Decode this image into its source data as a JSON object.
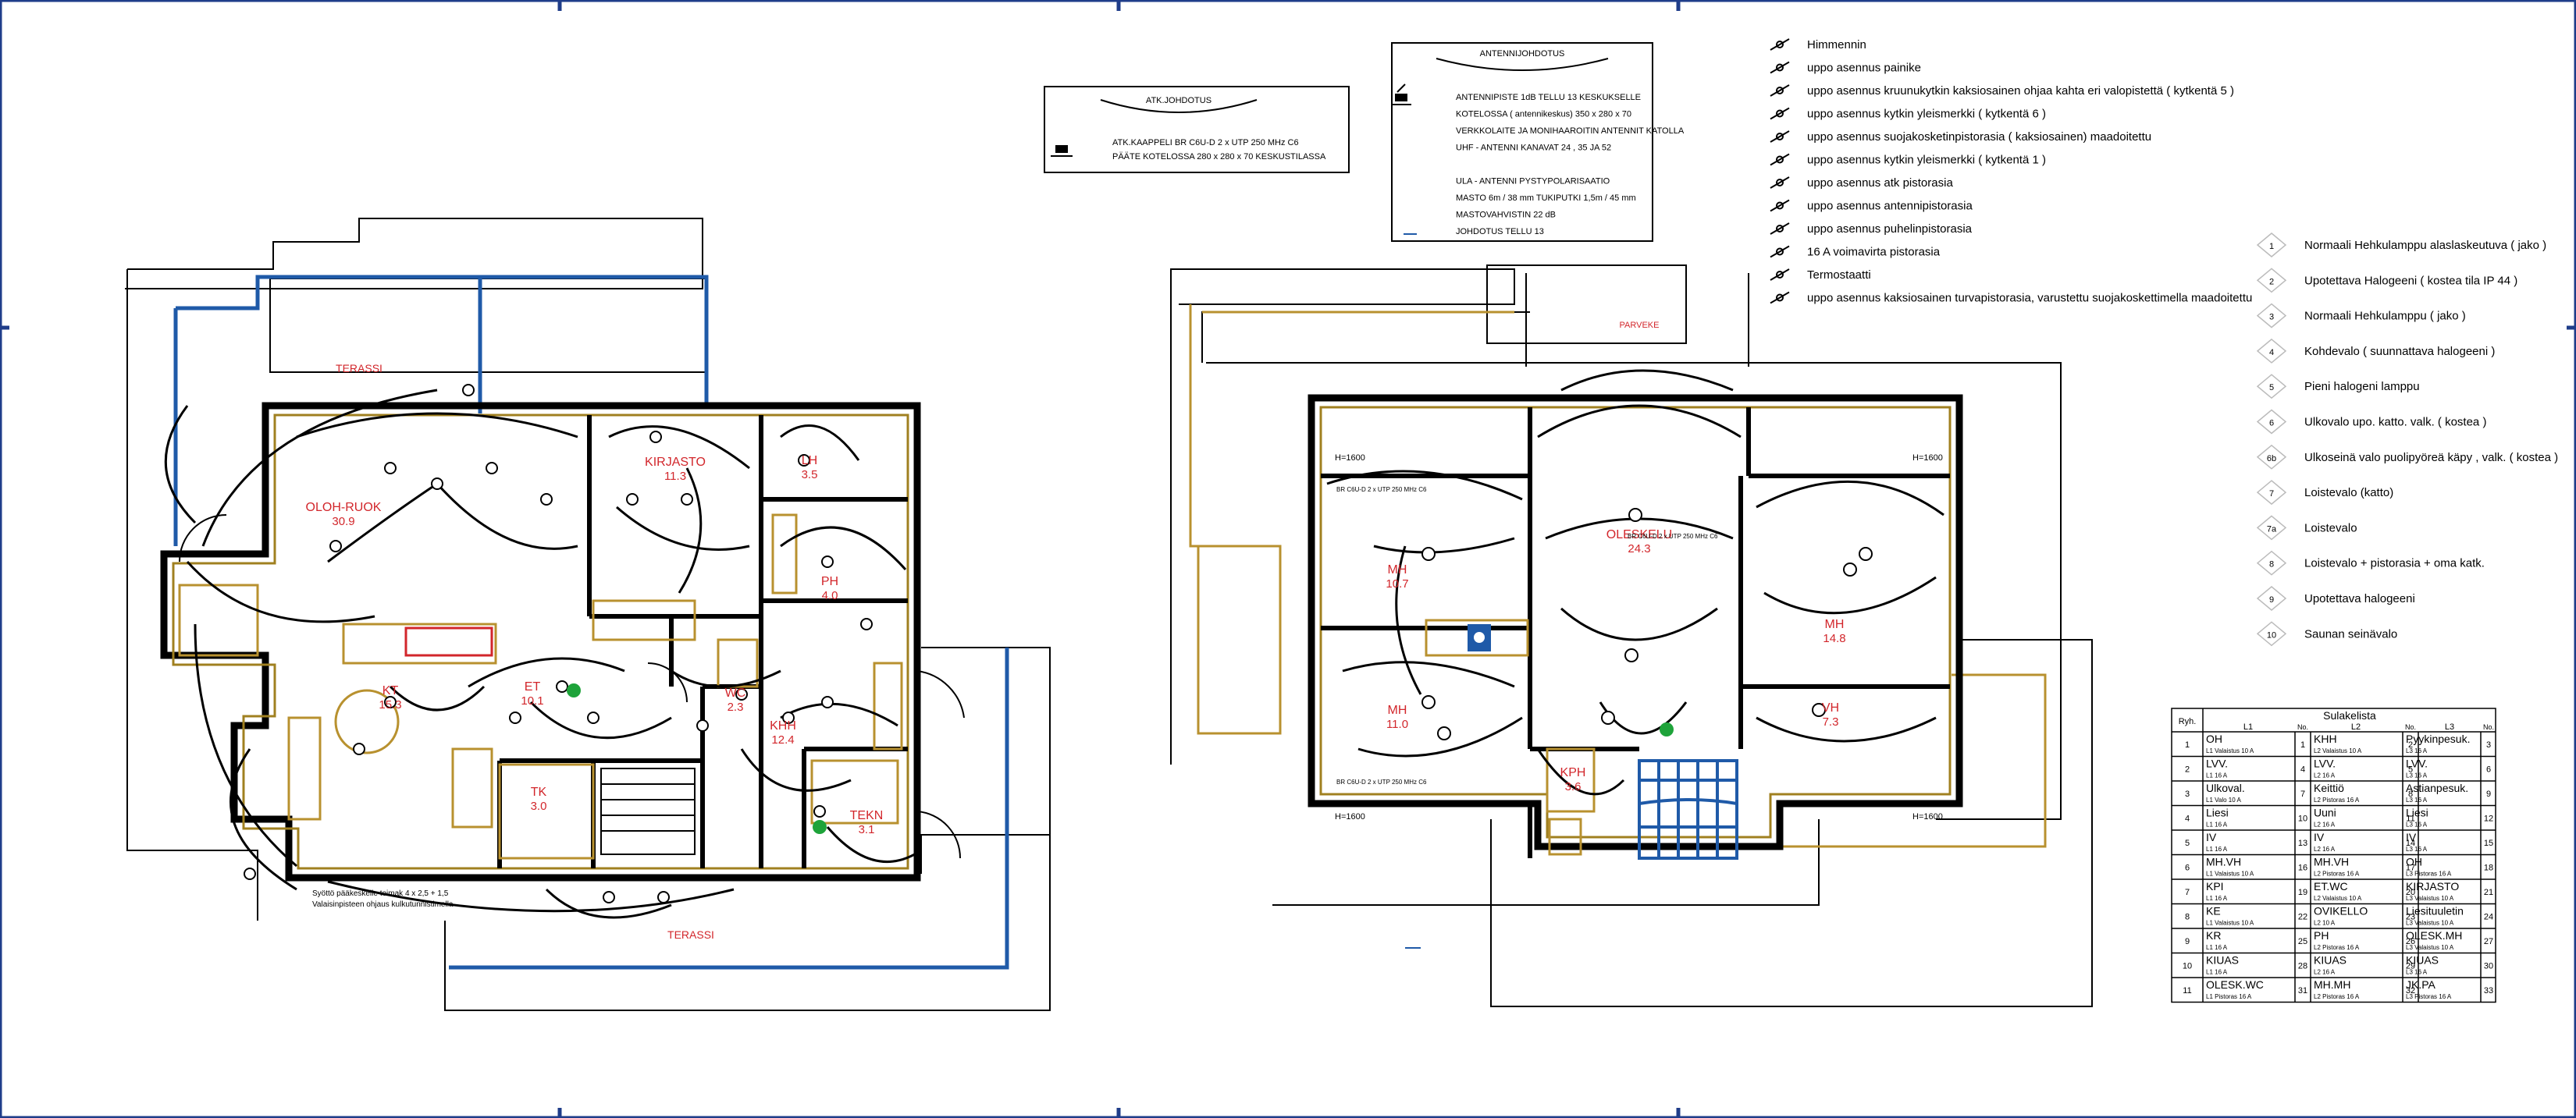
{
  "atk_box": {
    "title": "ATK.JOHDOTUS",
    "line1": "ATK.KAAPPELI BR C6U-D 2 x UTP 250 MHz C6",
    "line2": "PÄÄTE KOTELOSSA 280 x 280 x 70 KESKUSTILASSA"
  },
  "antenna_box": {
    "title": "ANTENNIJOHDOTUS",
    "lines": [
      "ANTENNIPISTE 1dB TELLU 13 KESKUKSELLE",
      "KOTELOSSA ( antennikeskus) 350 x 280 x 70",
      "VERKKOLAITE JA MONIHAAROITIN ANTENNIT KATOLLA",
      "UHF - ANTENNI KANAVAT 24 , 35 JA 52",
      "",
      "ULA - ANTENNI PYSTYPOLARISAATIO",
      "MASTO 6m / 38 mm TUKIPUTKI 1,5m / 45 mm",
      "MASTOVAHVISTIN 22 dB",
      "JOHDOTUS TELLU 13"
    ]
  },
  "symbol_legend": [
    {
      "icon": "dimmer-icon",
      "text": "Himmennin"
    },
    {
      "icon": "push-button-icon",
      "text": "uppo asennus painike"
    },
    {
      "icon": "chandelier-switch-icon",
      "text": "uppo asennus kruunukytkin kaksiosainen ohjaa kahta eri valopistettä ( kytkentä 5 )"
    },
    {
      "icon": "switch-6-icon",
      "text": "uppo asennus kytkin yleismerkki ( kytkentä 6 )"
    },
    {
      "icon": "double-socket-icon",
      "text": "uppo asennus suojakosketinpistorasia ( kaksiosainen) maadoitettu"
    },
    {
      "icon": "switch-1-icon",
      "text": "uppo asennus kytkin yleismerkki ( kytkentä 1 )"
    },
    {
      "icon": "data-socket-icon",
      "text": "uppo asennus atk pistorasia"
    },
    {
      "icon": "antenna-socket-icon",
      "text": "uppo asennus antennipistorasia"
    },
    {
      "icon": "phone-socket-icon",
      "text": "uppo asennus puhelinpistorasia"
    },
    {
      "icon": "power-socket-16a-icon",
      "text": "16 A  voimavirta pistorasia"
    },
    {
      "icon": "thermostat-icon",
      "text": "Termostaatti"
    },
    {
      "icon": "safety-socket-icon",
      "text": "uppo asennus kaksiosainen turvapistorasia, varustettu suojakoskettimella maadoitettu"
    }
  ],
  "lamp_legend": [
    {
      "code": "1",
      "text": "Normaali Hehkulamppu alaslaskeutuva ( jako )"
    },
    {
      "code": "2",
      "text": "Upotettava Halogeeni  ( kostea tila IP 44 )"
    },
    {
      "code": "3",
      "text": "Normaali Hehkulamppu ( jako )"
    },
    {
      "code": "4",
      "text": "Kohdevalo ( suunnattava halogeeni )"
    },
    {
      "code": "5",
      "text": "Pieni halogeni lamppu"
    },
    {
      "code": "6",
      "text": "Ulkovalo upo. katto. valk. ( kostea )"
    },
    {
      "code": "6b",
      "text": "Ulkoseinä valo puolipyöreä käpy , valk. ( kostea )"
    },
    {
      "code": "7",
      "text": "Loistevalo (katto)"
    },
    {
      "code": "7a",
      "text": "Loistevalo"
    },
    {
      "code": "8",
      "text": "Loistevalo + pistorasia + oma katk."
    },
    {
      "code": "9",
      "text": "Upotettava halogeeni"
    },
    {
      "code": "10",
      "text": "Saunan seinävalo"
    }
  ],
  "fuse_table": {
    "title": "Sulakelista",
    "header": {
      "ryh": "Ryh.",
      "l1": "L1",
      "l2": "L2",
      "l3": "L3",
      "no": "No."
    },
    "rows": [
      {
        "n": "1",
        "a": "OH",
        "as": "L1   Valaistus      10 A",
        "an": "1",
        "b": "KHH",
        "bs": "L2   Valaistus      10 A",
        "bn": "2",
        "c": "Pyykinpesuk.",
        "cs": "L3                     16 A",
        "cn": "3"
      },
      {
        "n": "2",
        "a": "LVV.",
        "as": "L1                     16 A",
        "an": "4",
        "b": "LVV.",
        "bs": "L2                     16 A",
        "bn": "5",
        "c": "LVV.",
        "cs": "L3                     16 A",
        "cn": "6"
      },
      {
        "n": "3",
        "a": "Ulkoval.",
        "as": "L1    Valo          10 A",
        "an": "7",
        "b": "Keittiö",
        "bs": "L2   Pistoras      16 A",
        "bn": "8",
        "c": "Astianpesuk.",
        "cs": "L3                     16 A",
        "cn": "9"
      },
      {
        "n": "4",
        "a": "Liesi",
        "as": "L1                     16 A",
        "an": "10",
        "b": "Uuni",
        "bs": "L2                     16 A",
        "bn": "11",
        "c": "Liesi",
        "cs": "L3                     16 A",
        "cn": "12"
      },
      {
        "n": "5",
        "a": "IV",
        "as": "L1                     16 A",
        "an": "13",
        "b": "IV",
        "bs": "L2                     16 A",
        "bn": "14",
        "c": "IV",
        "cs": "L3                     16 A",
        "cn": "15"
      },
      {
        "n": "6",
        "a": "MH.VH",
        "as": "L1   Valaistus      10 A",
        "an": "16",
        "b": "MH.VH",
        "bs": "L2   Pistoras      16 A",
        "bn": "17",
        "c": "OH",
        "cs": "L3   Pistoras      16 A",
        "cn": "18"
      },
      {
        "n": "7",
        "a": "KPI",
        "as": "L1                     16 A",
        "an": "19",
        "b": "ET.WC",
        "bs": "L2   Valaistus      10 A",
        "bn": "20",
        "c": "KIRJASTO",
        "cs": "L3   Valaistus      10 A",
        "cn": "21"
      },
      {
        "n": "8",
        "a": "KE",
        "as": "L1   Valaistus      10 A",
        "an": "22",
        "b": "OVIKELLO",
        "bs": "L2                     10 A",
        "bn": "23",
        "c": "Liesituuletin",
        "cs": "L3   Valaistus      10 A",
        "cn": "24"
      },
      {
        "n": "9",
        "a": "KR",
        "as": "L1                     16 A",
        "an": "25",
        "b": "PH",
        "bs": "L2   Pistoras      16 A",
        "bn": "26",
        "c": "OLESK.MH",
        "cs": "L3   Valaistus      10 A",
        "cn": "27"
      },
      {
        "n": "10",
        "a": "KIUAS",
        "as": "L1                     16 A",
        "an": "28",
        "b": "KIUAS",
        "bs": "L2                     16 A",
        "bn": "29",
        "c": "KIUAS",
        "cs": "L3                     16 A",
        "cn": "30"
      },
      {
        "n": "11",
        "a": "OLESK.WC",
        "as": "L1   Pistoras      16 A",
        "an": "31",
        "b": "MH.MH",
        "bs": "L2   Pistoras      16 A",
        "bn": "32",
        "c": "JK.PA",
        "cs": "L3   Pistoras      16 A",
        "cn": "33"
      }
    ]
  },
  "ground_floor": {
    "terrace_top": "TERASSI",
    "terrace_bottom": "TERASSI",
    "rooms": [
      {
        "name": "OLOH-RUOK",
        "area": "30.9"
      },
      {
        "name": "KIRJASTO",
        "area": "11.3"
      },
      {
        "name": "LH",
        "area": "3.5"
      },
      {
        "name": "PH",
        "area": "4.0"
      },
      {
        "name": "KT",
        "area": "15.3"
      },
      {
        "name": "ET",
        "area": "10.1"
      },
      {
        "name": "WC",
        "area": "2.3"
      },
      {
        "name": "KHH",
        "area": "12.4"
      },
      {
        "name": "TK",
        "area": "3.0"
      },
      {
        "name": "TEKN",
        "area": "3.1"
      }
    ],
    "cable_note_1": "Syöttö pääkeskelle toimak 4 x 2,5 + 1,5",
    "cable_note_2": "Valaisinpisteen ohjaus kulkutunnistimella"
  },
  "upper_floor": {
    "balcony": "PARVEKE",
    "rooms": [
      {
        "name": "OLESKELU",
        "area": "24.3"
      },
      {
        "name": "MH",
        "area": "10.7"
      },
      {
        "name": "MH",
        "area": "11.0"
      },
      {
        "name": "MH",
        "area": "14.8"
      },
      {
        "name": "VH",
        "area": "7.3"
      },
      {
        "name": "KPH",
        "area": "3.6"
      }
    ],
    "h_marks": [
      "H=1600",
      "H=1600",
      "H=1600",
      "H=1600"
    ],
    "cable_labels": [
      "BR C6U-D 2 x UTP 250 MHz C6",
      "BR C6U-D 2 x UTP 250 MHz C6",
      "BR C6U-D 2 x UTP 250 MHz C6"
    ]
  }
}
